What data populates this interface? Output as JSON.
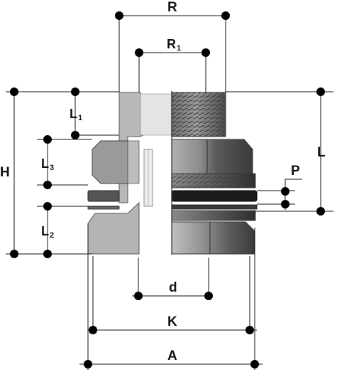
{
  "labels": {
    "R": "R",
    "R1_main": "R",
    "R1_sub": "1",
    "L1_main": "L",
    "L1_sub": "1",
    "L3_main": "L",
    "L3_sub": "3",
    "L2_main": "L",
    "L2_sub": "2",
    "H": "H",
    "L": "L",
    "P": "P",
    "d": "d",
    "K": "K",
    "A": "A"
  },
  "colors": {
    "line": "#111111",
    "dot": "#000000",
    "section_light": "#b4b4b4",
    "section_mid": "#8a8a8a",
    "body_dark": "#4a4a4a",
    "body_mid": "#7a7a7a",
    "gasket": "#1a1a1a"
  }
}
